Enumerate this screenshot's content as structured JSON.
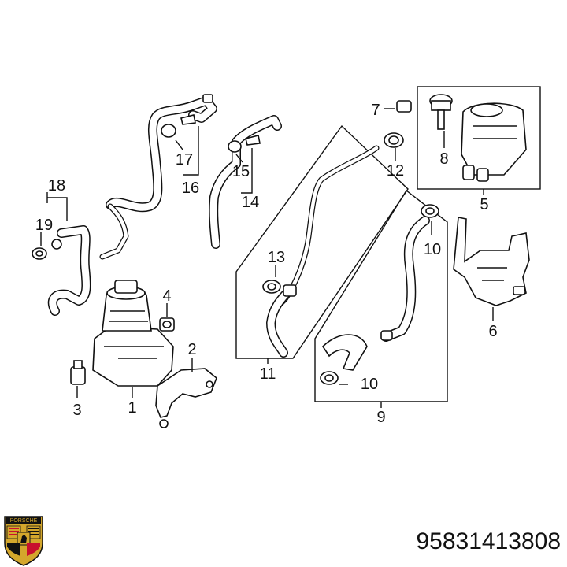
{
  "callouts": {
    "c1": "1",
    "c2": "2",
    "c3": "3",
    "c4": "4",
    "c5": "5",
    "c6": "6",
    "c7": "7",
    "c8": "8",
    "c9": "9",
    "c10a": "10",
    "c10b": "10",
    "c11": "11",
    "c12": "12",
    "c13": "13",
    "c14": "14",
    "c15": "15",
    "c16": "16",
    "c17": "17",
    "c18": "18",
    "c19": "19"
  },
  "part_number": "95831413808",
  "logo": {
    "brand_text": "PORSCHE",
    "colors": {
      "red": "#c8102e",
      "gold": "#d4a72c",
      "black": "#111111"
    }
  }
}
